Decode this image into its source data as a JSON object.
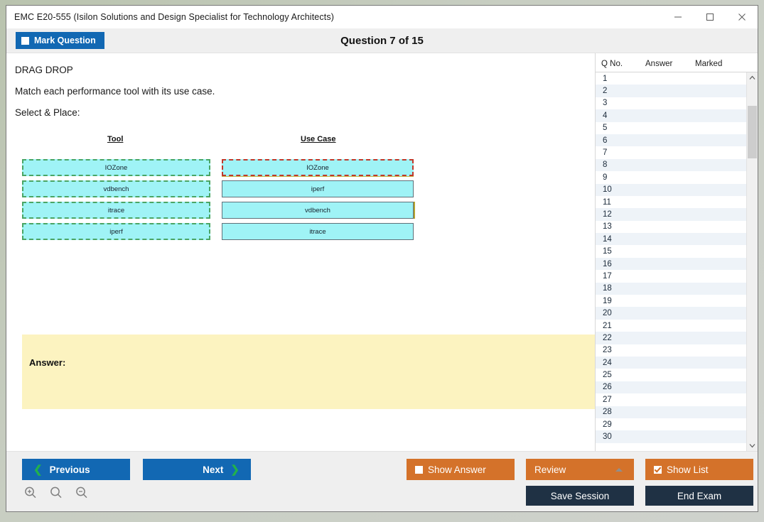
{
  "window": {
    "title": "EMC E20-555 (Isilon Solutions and Design Specialist for Technology Architects)",
    "minimize_icon": "minimize-icon",
    "maximize_icon": "maximize-icon",
    "close_icon": "close-icon"
  },
  "header": {
    "mark_question_label": "Mark Question",
    "question_title": "Question 7 of 15"
  },
  "question": {
    "type_label": "DRAG DROP",
    "prompt": "Match each performance tool with its use case.",
    "instruction": "Select & Place:",
    "columns": {
      "left_header": "Tool",
      "right_header": "Use Case"
    },
    "left_items": [
      "IOZone",
      "vdbench",
      "itrace",
      "iperf"
    ],
    "right_items": [
      "IOZone",
      "iperf",
      "vdbench",
      "itrace"
    ],
    "answer_label": "Answer:",
    "answer_text": ""
  },
  "qlist": {
    "headers": [
      "Q No.",
      "Answer",
      "Marked"
    ],
    "rows": [
      {
        "no": "1",
        "answer": "",
        "marked": ""
      },
      {
        "no": "2",
        "answer": "",
        "marked": ""
      },
      {
        "no": "3",
        "answer": "",
        "marked": ""
      },
      {
        "no": "4",
        "answer": "",
        "marked": ""
      },
      {
        "no": "5",
        "answer": "",
        "marked": ""
      },
      {
        "no": "6",
        "answer": "",
        "marked": ""
      },
      {
        "no": "7",
        "answer": "",
        "marked": ""
      },
      {
        "no": "8",
        "answer": "",
        "marked": ""
      },
      {
        "no": "9",
        "answer": "",
        "marked": ""
      },
      {
        "no": "10",
        "answer": "",
        "marked": ""
      },
      {
        "no": "11",
        "answer": "",
        "marked": ""
      },
      {
        "no": "12",
        "answer": "",
        "marked": ""
      },
      {
        "no": "13",
        "answer": "",
        "marked": ""
      },
      {
        "no": "14",
        "answer": "",
        "marked": ""
      },
      {
        "no": "15",
        "answer": "",
        "marked": ""
      },
      {
        "no": "16",
        "answer": "",
        "marked": ""
      },
      {
        "no": "17",
        "answer": "",
        "marked": ""
      },
      {
        "no": "18",
        "answer": "",
        "marked": ""
      },
      {
        "no": "19",
        "answer": "",
        "marked": ""
      },
      {
        "no": "20",
        "answer": "",
        "marked": ""
      },
      {
        "no": "21",
        "answer": "",
        "marked": ""
      },
      {
        "no": "22",
        "answer": "",
        "marked": ""
      },
      {
        "no": "23",
        "answer": "",
        "marked": ""
      },
      {
        "no": "24",
        "answer": "",
        "marked": ""
      },
      {
        "no": "25",
        "answer": "",
        "marked": ""
      },
      {
        "no": "26",
        "answer": "",
        "marked": ""
      },
      {
        "no": "27",
        "answer": "",
        "marked": ""
      },
      {
        "no": "28",
        "answer": "",
        "marked": ""
      },
      {
        "no": "29",
        "answer": "",
        "marked": ""
      },
      {
        "no": "30",
        "answer": "",
        "marked": ""
      }
    ],
    "scroll_up_icon": "chevron-up-icon",
    "scroll_down_icon": "chevron-down-icon"
  },
  "footer": {
    "previous_label": "Previous",
    "next_label": "Next",
    "show_answer_label": "Show Answer",
    "show_answer_checked": false,
    "review_label": "Review",
    "show_list_label": "Show List",
    "show_list_checked": true,
    "save_session_label": "Save Session",
    "end_exam_label": "End Exam",
    "zoom_in_icon": "zoom-in-icon",
    "zoom_reset_icon": "zoom-icon",
    "zoom_out_icon": "zoom-out-icon"
  },
  "colors": {
    "accent_blue": "#1268b3",
    "accent_orange": "#d4722a",
    "navy": "#1f3144",
    "chevron_green": "#22b14c",
    "box_fill": "#9ff3f6",
    "answer_bg": "#fcf3c0",
    "active_border": "#c0392b",
    "source_border": "#4aa564"
  }
}
